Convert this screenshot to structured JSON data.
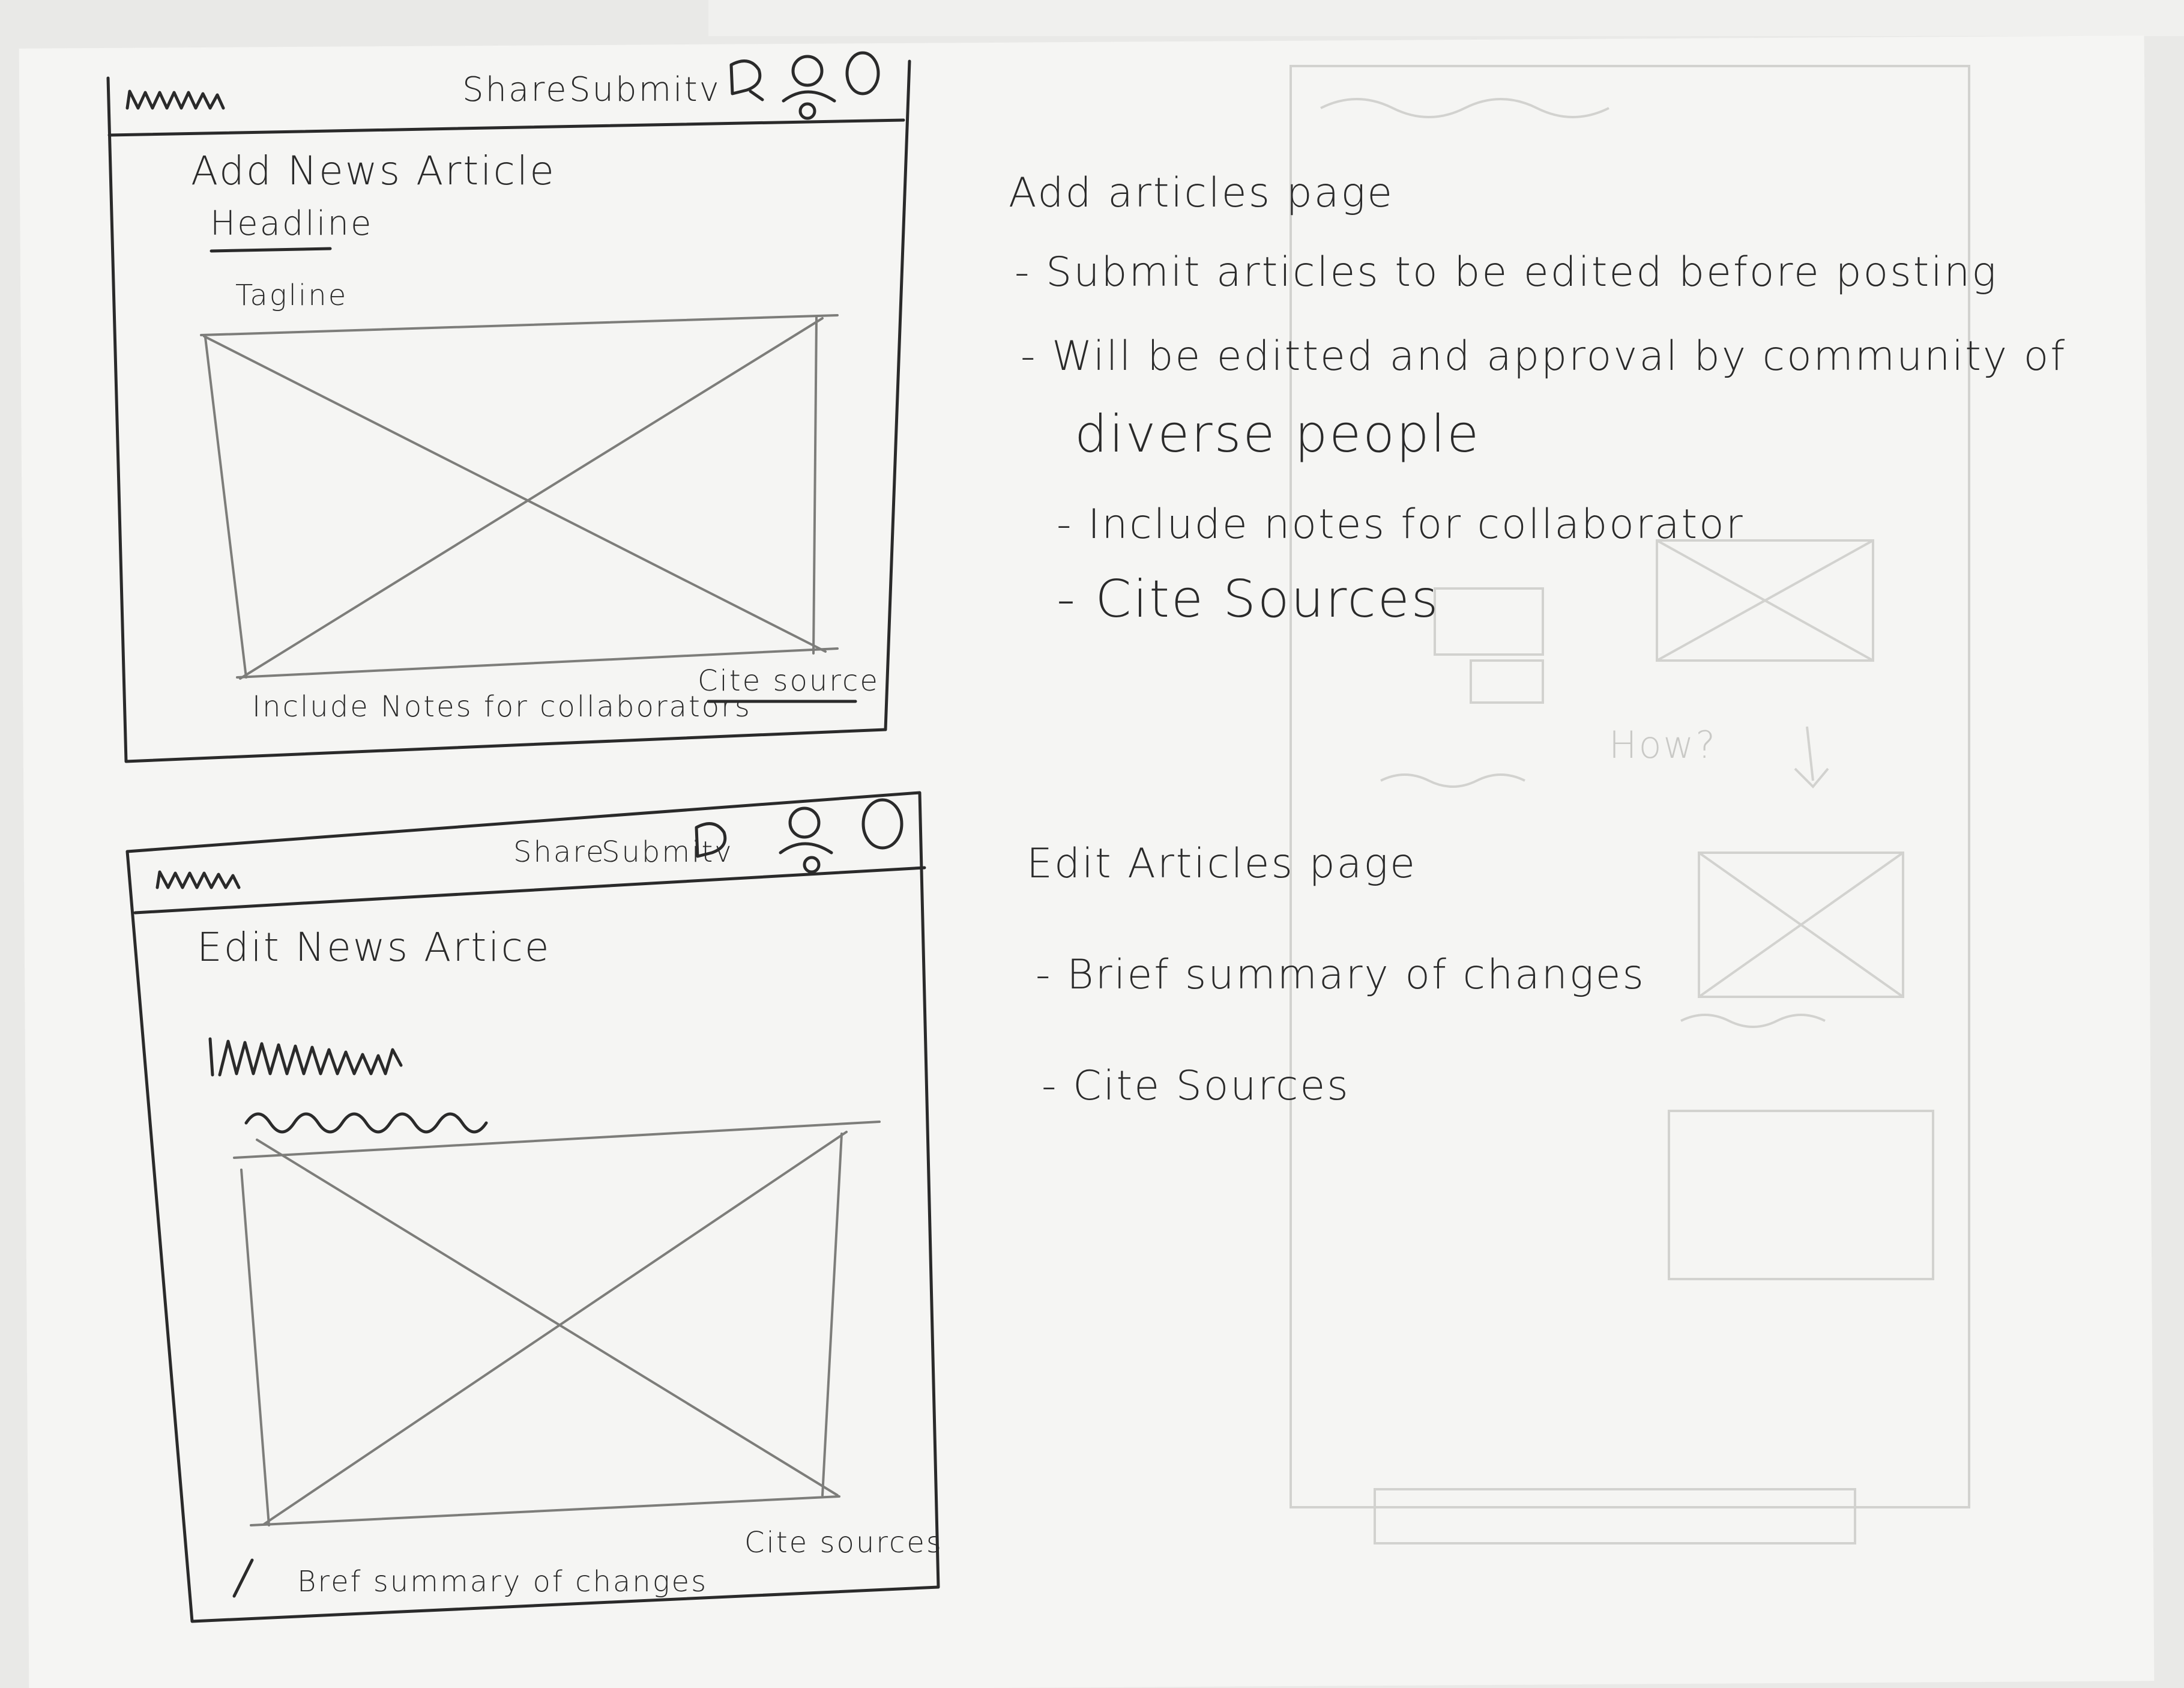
{
  "wireframes": [
    {
      "id": "add",
      "nav": {
        "share_label": "Share",
        "submit_label": "Submitv"
      },
      "page_title": "Add News Article",
      "headline_label": "Headline",
      "tagline_label": "Tagline",
      "footer_left": "Include Notes for collaborators",
      "footer_right": "Cite source"
    },
    {
      "id": "edit",
      "nav": {
        "share_label": "Share",
        "submit_label": "Submitv"
      },
      "page_title": "Edit News Artice",
      "footer_left": "Bref summary of changes",
      "footer_right": "Cite sources"
    }
  ],
  "notes": {
    "add": {
      "heading": "Add articles page",
      "lines": [
        "- Submit articles to be edited before posting",
        "- Will be editted and approval by community of",
        "diverse people",
        "- Include notes for collaborator",
        "- Cite Sources"
      ]
    },
    "edit": {
      "heading": "Edit Articles page",
      "lines": [
        "- Brief summary of changes",
        "- Cite Sources"
      ]
    }
  },
  "ghost_text": {
    "how": "How?"
  },
  "colors": {
    "pencil": "#2a2a2a",
    "pencil_light": "#8c8c8a",
    "ghost": "#cfcfcc",
    "paper": "#f5f5f3"
  }
}
